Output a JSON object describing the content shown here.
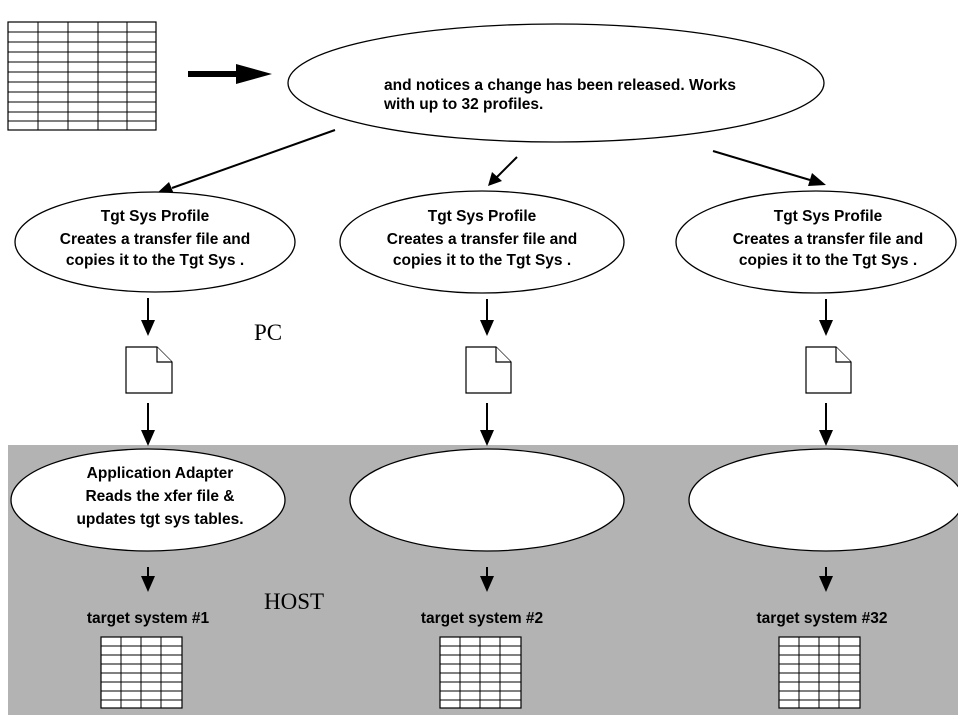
{
  "top_node": {
    "line1": "and notices a change has been released. Works",
    "line2": "with up to 32 profiles."
  },
  "profiles": [
    {
      "title": "Tgt Sys Profile",
      "line1": "Creates a transfer file and",
      "line2": "copies it to the Tgt Sys ."
    },
    {
      "title": "Tgt Sys Profile",
      "line1": "Creates a transfer file and",
      "line2": "copies it to the Tgt Sys ."
    },
    {
      "title": "Tgt Sys Profile",
      "line1": "Creates a transfer file and",
      "line2": "copies it to the Tgt Sys ."
    }
  ],
  "zones": {
    "pc": "PC",
    "host": "HOST"
  },
  "adapters": [
    {
      "line1": "Application Adapter",
      "line2": "Reads the xfer file &",
      "line3": "updates tgt sys tables."
    },
    {
      "line1": "",
      "line2": "",
      "line3": ""
    },
    {
      "line1": "",
      "line2": "",
      "line3": ""
    }
  ],
  "targets": [
    {
      "label": "target system #1"
    },
    {
      "label": "target system #2"
    },
    {
      "label": "target system #32"
    }
  ],
  "colors": {
    "host_background": "#b3b3b3",
    "stroke": "#000000",
    "fill": "#ffffff"
  }
}
